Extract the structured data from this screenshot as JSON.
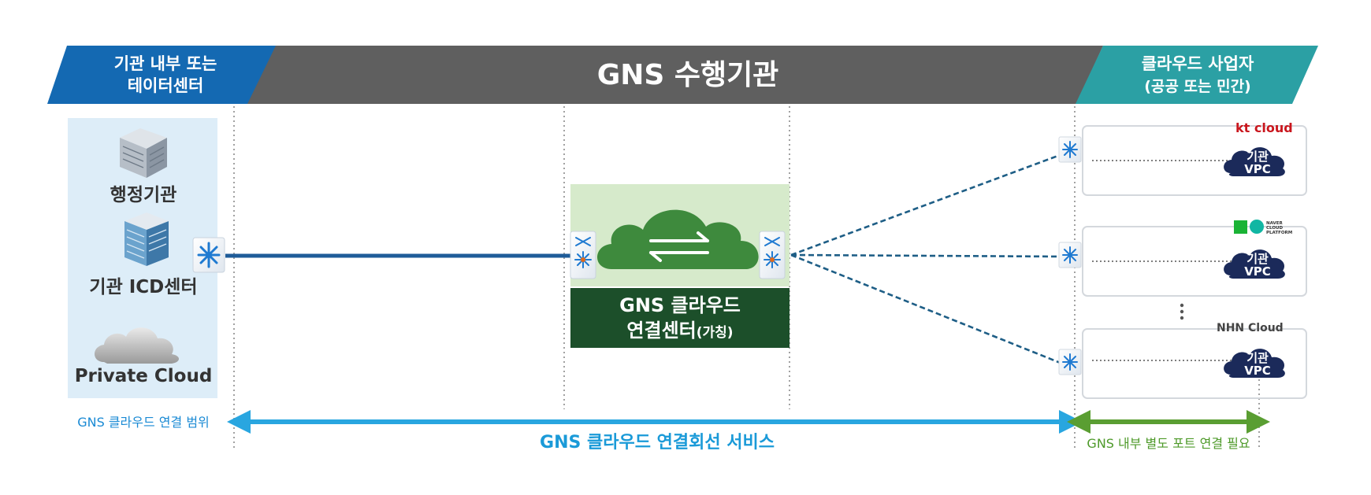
{
  "header": {
    "left_line1": "기관 내부 또는",
    "left_line2": "테이터센터",
    "center": "GNS 수행기관",
    "right_line1": "클라우드 사업자",
    "right_line2": "(공공 또는 민간)"
  },
  "left_panel": {
    "admin_label": "행정기관",
    "icd_label": "기관 ICD센터",
    "private_cloud_label": "Private Cloud"
  },
  "center_box": {
    "line1": "GNS 클라우드",
    "line2_main": "연결센터",
    "line2_sub": "(가칭)"
  },
  "providers": [
    {
      "logo_text": "kt cloud",
      "vpc_line1": "기관",
      "vpc_line2": "VPC"
    },
    {
      "logo_text_line1": "NAVER",
      "logo_text_line2": "CLOUD",
      "logo_text_line3": "PLATFORM",
      "vpc_line1": "기관",
      "vpc_line2": "VPC"
    },
    {
      "logo_text": "NHN Cloud",
      "vpc_line1": "기관",
      "vpc_line2": "VPC"
    }
  ],
  "bottom": {
    "scope_label": "GNS 클라우드 연결 범위",
    "service_label": "GNS 클라우드 연결회선 서비스",
    "internal_port_label": "GNS 내부 별도 포트 연결 필요"
  },
  "colors": {
    "header_blue": "#1469b2",
    "header_gray": "#5f5f5f",
    "header_teal": "#2ba0a4",
    "panel_bg": "#ddedf8",
    "cloud_green": "#3e8a3d",
    "label_dark_green": "#1c4f2a",
    "service_arrow": "#29a6e0",
    "internal_arrow": "#5a9e32",
    "vpc_navy": "#1b2a5a",
    "dashed_link": "#1e5e86"
  },
  "icons": [
    "building-icon",
    "tower-icon",
    "cloud-icon",
    "switch-icon",
    "exchange-arrows-icon",
    "vpc-cloud-icon"
  ]
}
